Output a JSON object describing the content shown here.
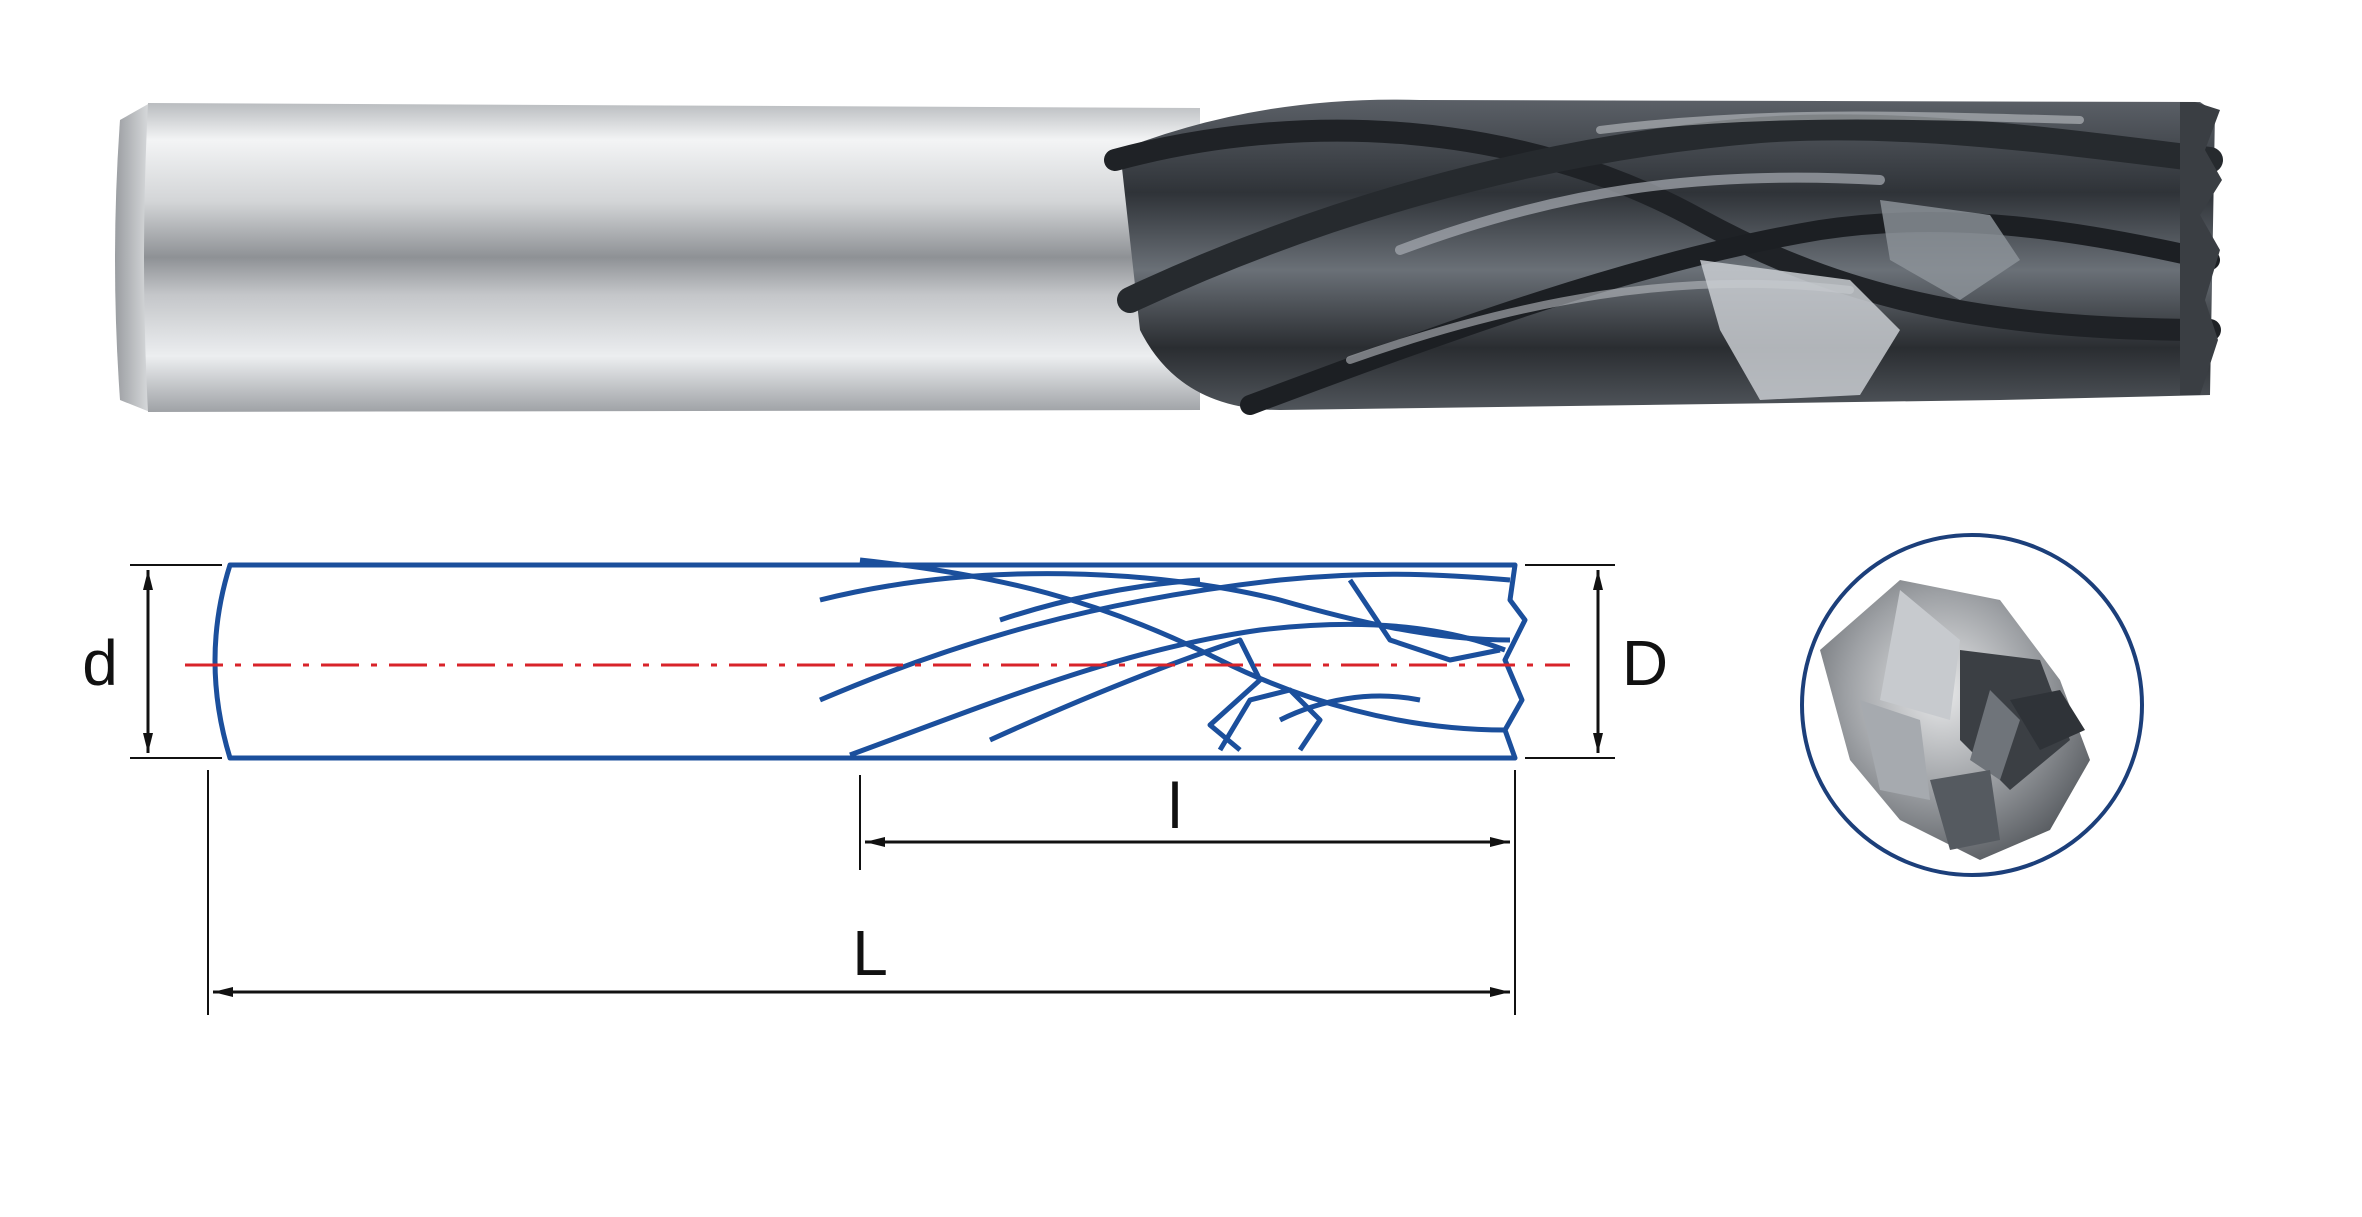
{
  "labels": {
    "shank_diameter": "d",
    "cutting_diameter": "D",
    "cutting_length": "l",
    "overall_length": "L"
  },
  "colors": {
    "outline": "#1b4f9c",
    "centerline": "#d8232a",
    "dimension": "#111111",
    "detail_circle": "#1c3f7a",
    "coating_dark": "#3a3f45",
    "steel_light": "#e4e6e8"
  }
}
